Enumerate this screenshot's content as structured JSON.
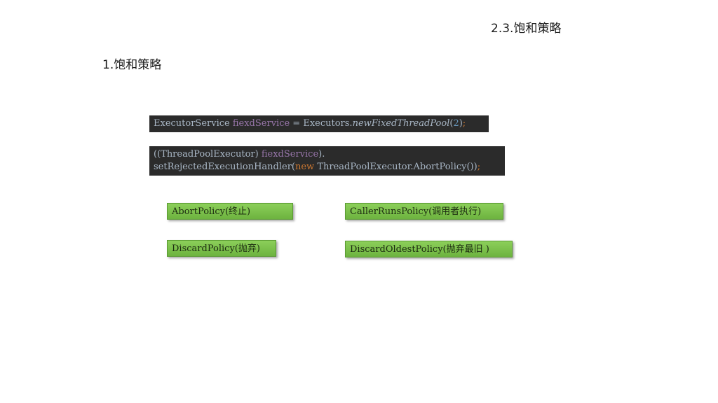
{
  "slide": {
    "section_title": "2.3.饱和策略",
    "heading": "1.饱和策略"
  },
  "code": {
    "line1": {
      "a": "ExecutorService ",
      "b": "fiexdService",
      "c": " = Executors.",
      "d": "newFixedThreadPool",
      "e": "(",
      "f": "2",
      "g": ")",
      "h": ";"
    },
    "line2": {
      "a": "((ThreadPoolExecutor) ",
      "b": "fiexdService",
      "c": ")."
    },
    "line3": {
      "a": "setRejectedExecutionHandler(",
      "b": "new",
      "c": " ThreadPoolExecutor.AbortPolicy())",
      "d": ";"
    }
  },
  "policies": {
    "abort": "AbortPolicy(终止)",
    "caller_runs": "CallerRunsPolicy(调用者执行)",
    "discard": "DiscardPolicy(抛弃)",
    "discard_oldest": "DiscardOldestPolicy(抛弃最旧 )"
  },
  "colors": {
    "code_background": "#2b2b2b",
    "policy_green": "#78c044"
  }
}
